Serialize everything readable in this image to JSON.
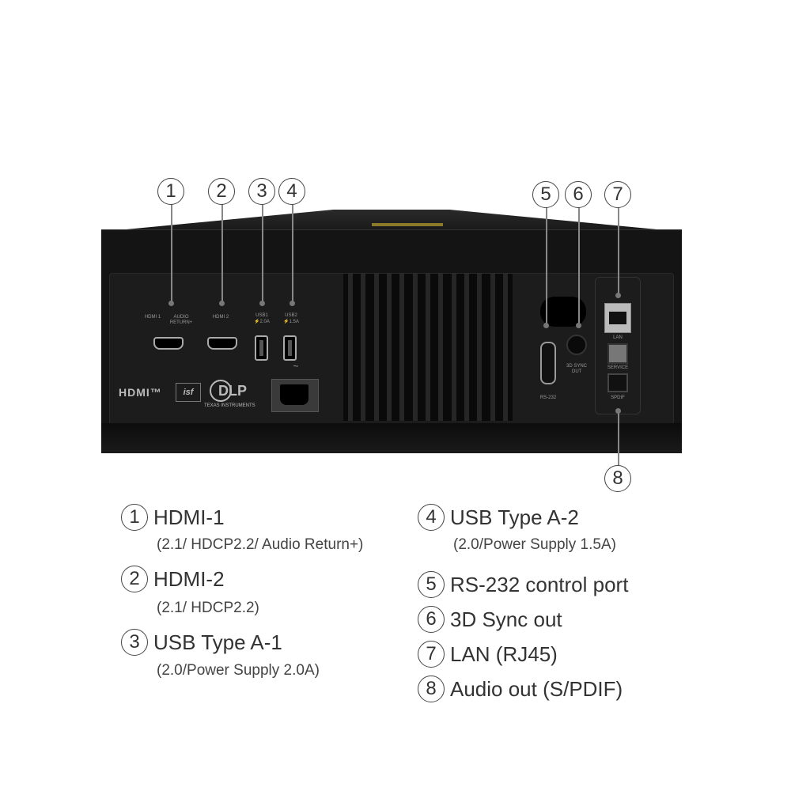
{
  "diagram": {
    "subject": "Projector rear I/O panel",
    "callouts": [
      "1",
      "2",
      "3",
      "4",
      "5",
      "6",
      "7",
      "8"
    ],
    "panel_labels": {
      "hdmi1": "HDMI 1",
      "audio_return": "AUDIO RETURN+",
      "hdmi2": "HDMI 2",
      "usb1": "USB1",
      "usb1_power": "⚡2.0A",
      "usb2": "USB2",
      "usb2_power": "⚡1.5A",
      "ac": "~",
      "rs232": "RS-232",
      "sync": "3D SYNC OUT",
      "lan": "LAN",
      "service": "SERVICE",
      "spdif": "SPDIF"
    },
    "logos": {
      "hdmi": "HDMI™",
      "isf": "isf",
      "dlp": "DLP",
      "ti": "TEXAS INSTRUMENTS"
    }
  },
  "legend": [
    {
      "num": "1",
      "title": "HDMI-1",
      "sub": "(2.1/ HDCP2.2/ Audio Return+)"
    },
    {
      "num": "2",
      "title": "HDMI-2",
      "sub": "(2.1/ HDCP2.2)"
    },
    {
      "num": "3",
      "title": "USB Type A-1",
      "sub": "(2.0/Power Supply 2.0A)"
    },
    {
      "num": "4",
      "title": "USB Type A-2",
      "sub": "(2.0/Power Supply 1.5A)"
    },
    {
      "num": "5",
      "title": "RS-232 control port",
      "sub": ""
    },
    {
      "num": "6",
      "title": "3D Sync out",
      "sub": ""
    },
    {
      "num": "7",
      "title": "LAN (RJ45)",
      "sub": ""
    },
    {
      "num": "8",
      "title": "Audio out (S/PDIF)",
      "sub": ""
    }
  ]
}
